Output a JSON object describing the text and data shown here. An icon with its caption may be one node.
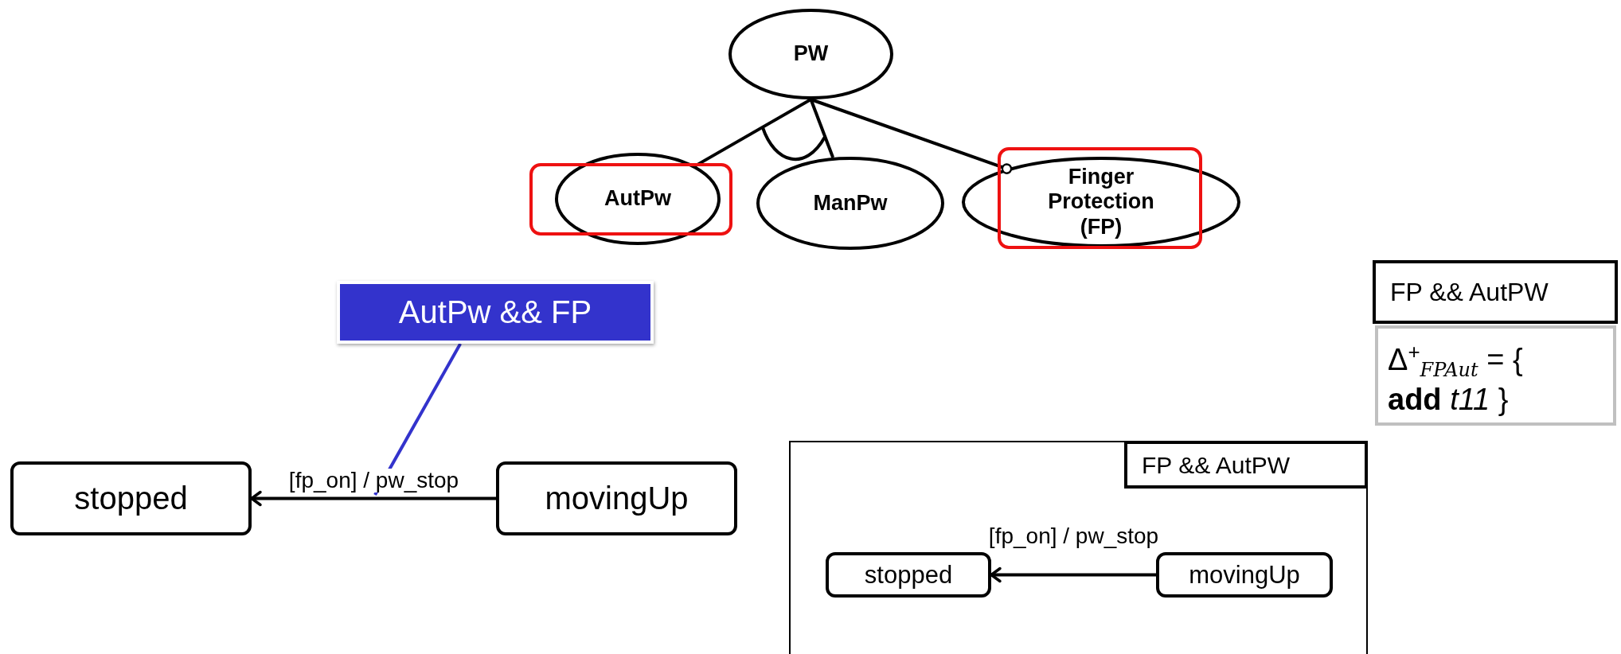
{
  "diagram": {
    "nodes": [
      {
        "text": [
          "PW"
        ]
      },
      {
        "text": [
          "AutPw"
        ]
      },
      {
        "text": [
          "ManPw"
        ]
      },
      {
        "text": [
          "Finger Protection (FP)"
        ]
      },
      {
        "text": [
          "AutPw && FP"
        ]
      },
      {
        "text": [
          "stopped"
        ]
      },
      {
        "text": [
          "movingUp"
        ]
      },
      {
        "text": [
          "FP && AutPW"
        ]
      },
      {
        "text": [
          "stopped"
        ],
        "in": 7
      },
      {
        "text": [
          "movingUp"
        ],
        "in": 7
      },
      {
        "text": [
          "FP && AutPW",
          "Δ$^{+}$$_{FPAut}$ = { **add** *t11* }"
        ]
      }
    ],
    "edges": [
      {
        "from": 0,
        "to": 1,
        "arrow": "none"
      },
      {
        "from": 0,
        "to": 2,
        "arrow": "none"
      },
      {
        "from": 0,
        "to": 3,
        "arrow": "other"
      },
      {
        "from": 6,
        "to": 5,
        "arrow": "to",
        "label": "[fp_on] / pw_stop"
      },
      {
        "from": 4,
        "to": null,
        "arrow": "none",
        "color": "#3333cc"
      },
      {
        "from": 9,
        "to": 8,
        "arrow": "to",
        "label": "[fp_on] / pw_stop"
      }
    ]
  }
}
